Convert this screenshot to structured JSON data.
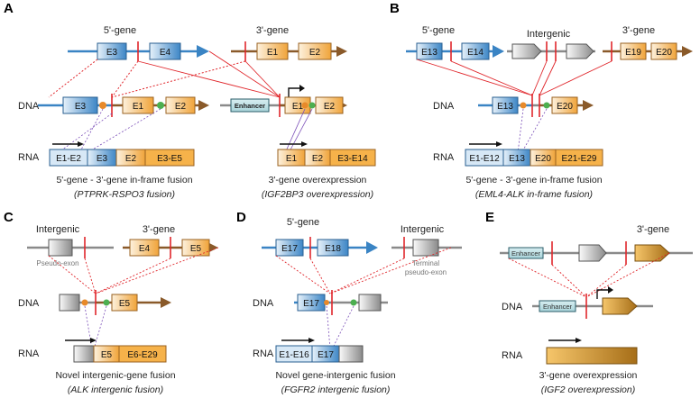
{
  "panels": {
    "A": {
      "label": "A",
      "left": {
        "gene_label": "5'-gene",
        "exons": [
          "E3",
          "E4"
        ]
      },
      "right": {
        "gene_label": "3'-gene",
        "exons": [
          "E1",
          "E2"
        ]
      },
      "dna_label": "DNA",
      "rna_label": "RNA",
      "dna1_exons": [
        "E3",
        "E1",
        "E2"
      ],
      "dna2_exons": [
        "E1",
        "E2"
      ],
      "enhancer": "Enhancer",
      "rna1": [
        "E1-E2",
        "E3",
        "E2",
        "E3-E5"
      ],
      "rna2": [
        "E1",
        "E2",
        "E3-E14"
      ],
      "caption1": "5'-gene - 3'-gene in-frame fusion",
      "caption1_sub": "(PTPRK-RSPO3 fusion)",
      "caption2": "3'-gene overexpression",
      "caption2_sub": "(IGF2BP3 overexpression)"
    },
    "B": {
      "label": "B",
      "left": {
        "gene_label": "5'-gene",
        "exons": [
          "E13",
          "E14"
        ]
      },
      "middle": {
        "gene_label": "Intergenic"
      },
      "right": {
        "gene_label": "3'-gene",
        "exons": [
          "E19",
          "E20"
        ]
      },
      "dna_label": "DNA",
      "rna_label": "RNA",
      "dna_exons": [
        "E13",
        "E20"
      ],
      "rna": [
        "E1-E12",
        "E13",
        "E20",
        "E21-E29"
      ],
      "caption": "5'-gene - 3'-gene in-frame fusion",
      "caption_sub": "(EML4-ALK in-frame fusion)"
    },
    "C": {
      "label": "C",
      "left": {
        "gene_label": "Intergenic",
        "sublabel": "Pseudo-exon"
      },
      "right": {
        "gene_label": "3'-gene",
        "exons": [
          "E4",
          "E5"
        ]
      },
      "dna_label": "DNA",
      "rna_label": "RNA",
      "dna_exons": [
        "E5"
      ],
      "rna": [
        "E5",
        "E6-E29"
      ],
      "caption": "Novel intergenic-gene fusion",
      "caption_sub": "(ALK intergenic  fusion)"
    },
    "D": {
      "label": "D",
      "left": {
        "gene_label": "5'-gene",
        "exons": [
          "E17",
          "E18"
        ]
      },
      "right": {
        "gene_label": "Intergenic",
        "sublabel1": "Terminal",
        "sublabel2": "pseudo-exon"
      },
      "dna_label": "DNA",
      "rna_label": "RNA",
      "dna_exons": [
        "E17"
      ],
      "rna": [
        "E1-E16",
        "E17"
      ],
      "caption": "Novel gene-intergenic fusion",
      "caption_sub": "(FGFR2 intergenic  fusion)"
    },
    "E": {
      "label": "E",
      "right": {
        "gene_label": "3'-gene"
      },
      "enhancer": "Enhancer",
      "dna_label": "DNA",
      "rna_label": "RNA",
      "caption": "3'-gene overexpression",
      "caption_sub": "(IGF2 overexpression)"
    }
  },
  "colors": {
    "blue_line": "#3a84c4",
    "brown_line": "#8a5a2a",
    "gray_line": "#8a8a8a",
    "red": "#e0262b",
    "purple": "#7b4fb8",
    "blue_exon": "#3f86c6",
    "orange_exon": "#f0a43a"
  },
  "icons": {
    "arrowhead": "triangle-arrow-icon",
    "promoter": "bent-arrow-icon",
    "breakpoint": "red-vertical-tick"
  }
}
